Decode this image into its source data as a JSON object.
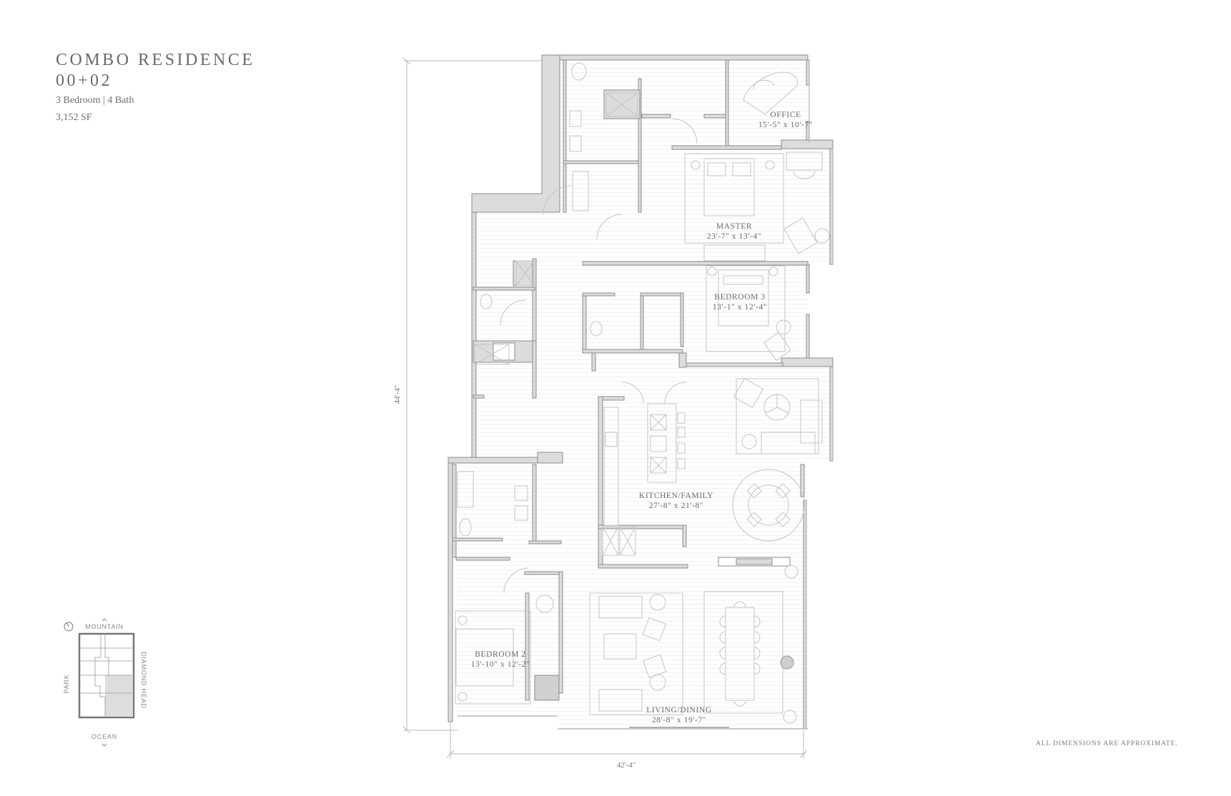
{
  "header": {
    "title": "COMBO RESIDENCE",
    "unit": "00+02",
    "bed_bath": "3 Bedroom | 4 Bath",
    "area": "3,152 SF"
  },
  "dimensions": {
    "overall_width": "42'-4\"",
    "overall_depth": "44'-4\""
  },
  "rooms": [
    {
      "name": "OFFICE",
      "size": "15'-5\" x 10'-7\""
    },
    {
      "name": "MASTER",
      "size": "23'-7\" x 13'-4\""
    },
    {
      "name": "BEDROOM 3",
      "size": "13'-1\" x 12'-4\""
    },
    {
      "name": "KITCHEN/FAMILY",
      "size": "27'-8\" x 21'-8\""
    },
    {
      "name": "BEDROOM 2",
      "size": "13'-10\" x 12'-2\""
    },
    {
      "name": "LIVING/DINING",
      "size": "28'-8\" x 19'-7\""
    }
  ],
  "key_plan": {
    "north": "MOUNTAIN",
    "south": "OCEAN",
    "west": "PARK",
    "east": "DIAMOND HEAD",
    "compass_icon": "compass-icon",
    "highlight_color": "#dcdedc"
  },
  "footer": {
    "disclaimer": "ALL DIMENSIONS ARE APPROXIMATE."
  },
  "colors": {
    "wall_fill": "#dcdcdc",
    "wall_stroke": "#8c8c8c",
    "furniture_stroke": "#c4c4c4",
    "text": "#6a6a6a"
  }
}
